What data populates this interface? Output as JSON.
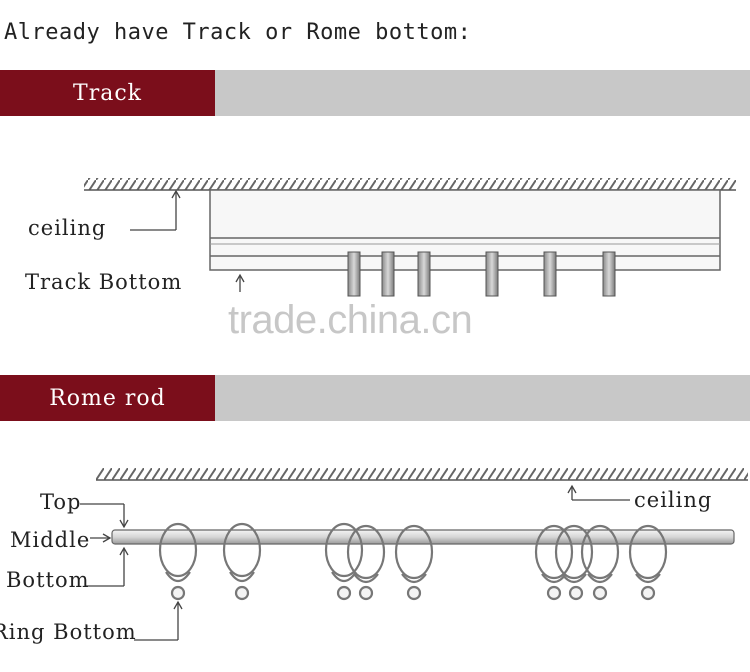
{
  "intro_text": "Already have Track or Rome bottom:",
  "sections": {
    "track": {
      "title": "Track",
      "labels": {
        "ceiling": "ceiling",
        "track_bottom": "Track Bottom"
      }
    },
    "rome": {
      "title": "Rome rod",
      "labels": {
        "top": "Top",
        "middle": "Middle",
        "bottom": "Bottom",
        "ring_bottom": "Ring Bottom",
        "ceiling": "ceiling"
      }
    }
  },
  "watermark": "trade.china.cn",
  "colors": {
    "label_red": "#7b0e1b",
    "bar_gray": "#c8c8c8",
    "line": "#555555"
  }
}
